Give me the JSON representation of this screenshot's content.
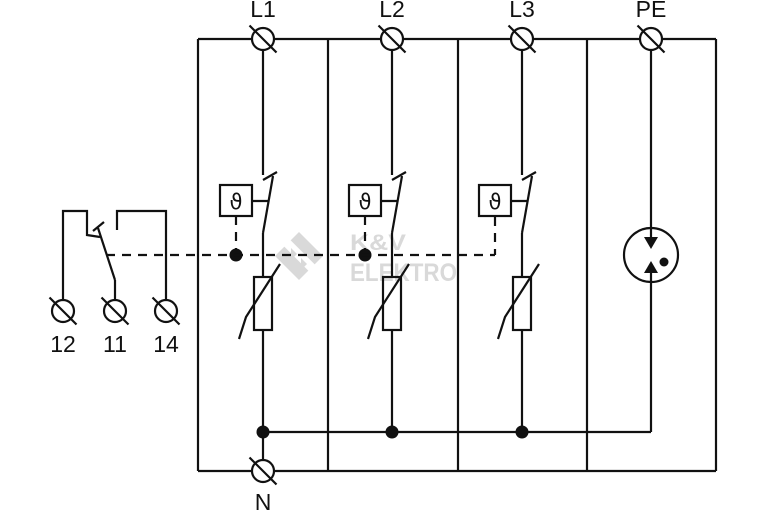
{
  "diagram": {
    "kind": "surge-protection-device-wiring-schematic",
    "colors": {
      "line": "#111111",
      "background": "#ffffff",
      "watermark": "#d9d9d9"
    },
    "terminals": {
      "top": [
        {
          "label": "L1"
        },
        {
          "label": "L2"
        },
        {
          "label": "L3"
        },
        {
          "label": "PE"
        }
      ],
      "neutral": {
        "label": "N"
      },
      "signalling": [
        {
          "label": "12"
        },
        {
          "label": "11"
        },
        {
          "label": "14"
        }
      ]
    },
    "symbols": {
      "thermal_disconnector_glyph": "ϑ"
    },
    "watermark": {
      "line1": "K&V",
      "line2": "ELEKTRO"
    }
  }
}
